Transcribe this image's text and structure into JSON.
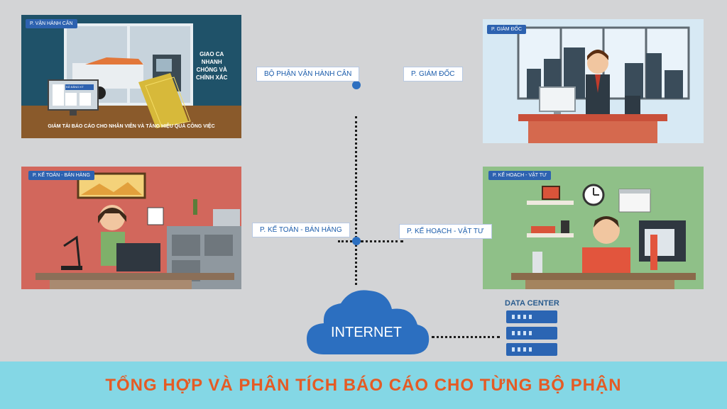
{
  "panels": {
    "van_hanh_can": {
      "tag": "P. VẬN HÀNH CÂN",
      "slogan_lines": [
        "GIAO CA",
        "NHANH",
        "CHÓNG VÀ",
        "CHÍNH XÁC"
      ],
      "caption": "GIẢM TẢI BÁO CÁO CHO NHÂN VIÊN VÀ TĂNG HIỆU QUẢ CÔNG VIỆC",
      "screen_text": "ĐÃ ĐĂNG KÝ"
    },
    "giam_doc": {
      "tag": "P. GIÁM ĐỐC"
    },
    "ke_toan": {
      "tag": "P. KẾ TOÁN - BÁN HÀNG"
    },
    "ke_hoach": {
      "tag": "P. KẾ HOẠCH - VẬT TƯ"
    }
  },
  "nodes": {
    "bo_phan_van_hanh_can": "BỘ PHẬN VẬN HÀNH CÂN",
    "giam_doc": "P. GIÁM ĐỐC",
    "ke_toan": "P. KẾ TOÁN - BÁN HÀNG",
    "ke_hoach": "P. KẾ HOẠCH - VẬT TƯ"
  },
  "internet_label": "INTERNET",
  "data_center_label": "DATA CENTER",
  "banner": "TỔNG HỢP VÀ PHÂN TÍCH BÁO CÁO CHO TỪNG BỘ PHẬN",
  "colors": {
    "accent": "#2c6fc0",
    "banner_bg": "#84d7e5",
    "banner_text": "#e45b25"
  }
}
